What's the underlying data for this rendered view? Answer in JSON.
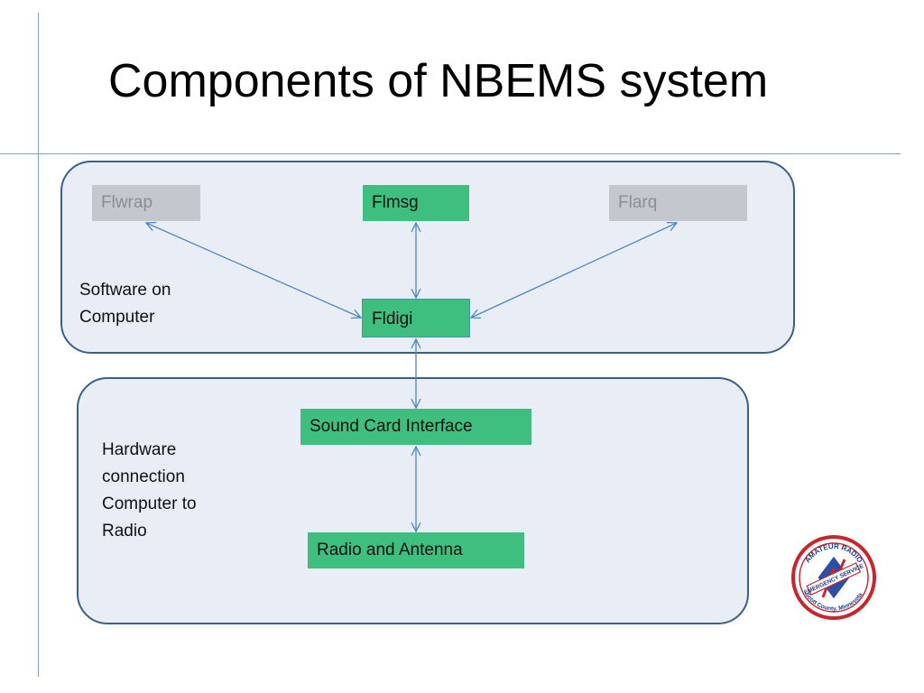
{
  "slide": {
    "title": "Components of NBEMS system"
  },
  "software_panel": {
    "caption": "Software on Computer",
    "boxes": {
      "flwrap": "Flwrap",
      "flmsg": "Flmsg",
      "flarq": "Flarq",
      "fldigi": "Fldigi"
    }
  },
  "hardware_panel": {
    "caption": "Hardware connection Computer to Radio",
    "boxes": {
      "sound_card": "Sound Card Interface",
      "radio": "Radio and Antenna"
    }
  },
  "logo": {
    "icon": "ares-emblem-icon",
    "top_text": "AMATEUR RADIO",
    "band_text": "EMERGENCY SERVICE",
    "bottom_text": "Scott County, Minnesota"
  },
  "colors": {
    "active_box": "#3fbf7f",
    "inactive_box": "#c4c7cd",
    "panel_fill": "#e9eef6",
    "panel_border": "#3a5f8a",
    "connector": "#4a86c6",
    "rule_line": "#7f9fc9"
  }
}
